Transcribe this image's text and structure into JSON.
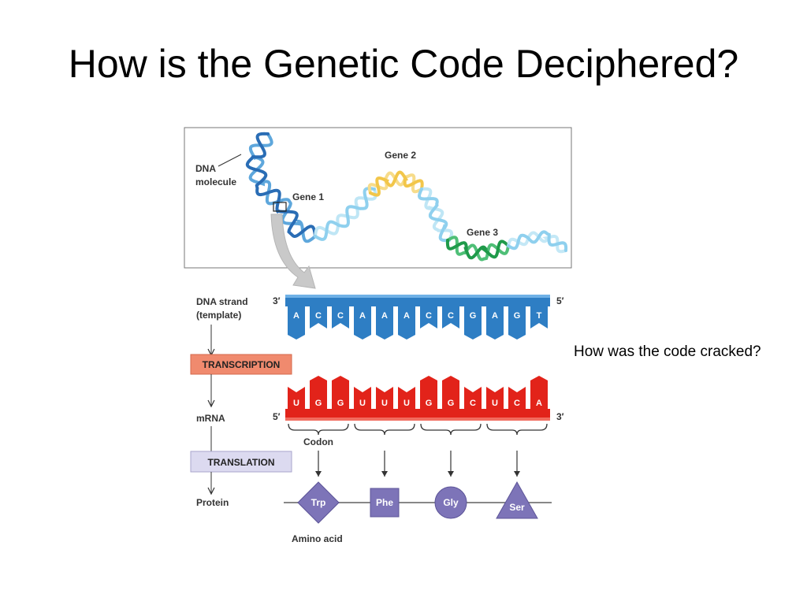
{
  "slide": {
    "title": "How is the Genetic Code Deciphered?",
    "note": "How was the code cracked?"
  },
  "figure": {
    "dna_molecule_label": [
      "DNA",
      "molecule"
    ],
    "genes": [
      "Gene 1",
      "Gene 2",
      "Gene 3"
    ],
    "dna_strand_label": [
      "DNA strand",
      "(template)"
    ],
    "dna_ends": [
      "3′",
      "5′"
    ],
    "dna_bases": [
      "A",
      "C",
      "C",
      "A",
      "A",
      "A",
      "C",
      "C",
      "G",
      "A",
      "G",
      "T"
    ],
    "transcription": "TRANSCRIPTION",
    "mrna_label": "mRNA",
    "mrna_ends": [
      "5′",
      "3′"
    ],
    "mrna_bases": [
      "U",
      "G",
      "G",
      "U",
      "U",
      "U",
      "G",
      "G",
      "C",
      "U",
      "C",
      "A"
    ],
    "codon_label": "Codon",
    "translation": "TRANSLATION",
    "protein_label": "Protein",
    "amino_acids": [
      "Trp",
      "Phe",
      "Gly",
      "Ser"
    ],
    "amino_acid_label": "Amino acid",
    "colors": {
      "dna_blue": "#2e7ec4",
      "mrna_red": "#e2231a",
      "transcription_box": "#f08a6e",
      "translation_box": "#dcdaf0",
      "amino_purple": "#7d74b8",
      "gene2_yellow": "#f2c64a",
      "gene3_green": "#1f9a4a"
    }
  }
}
